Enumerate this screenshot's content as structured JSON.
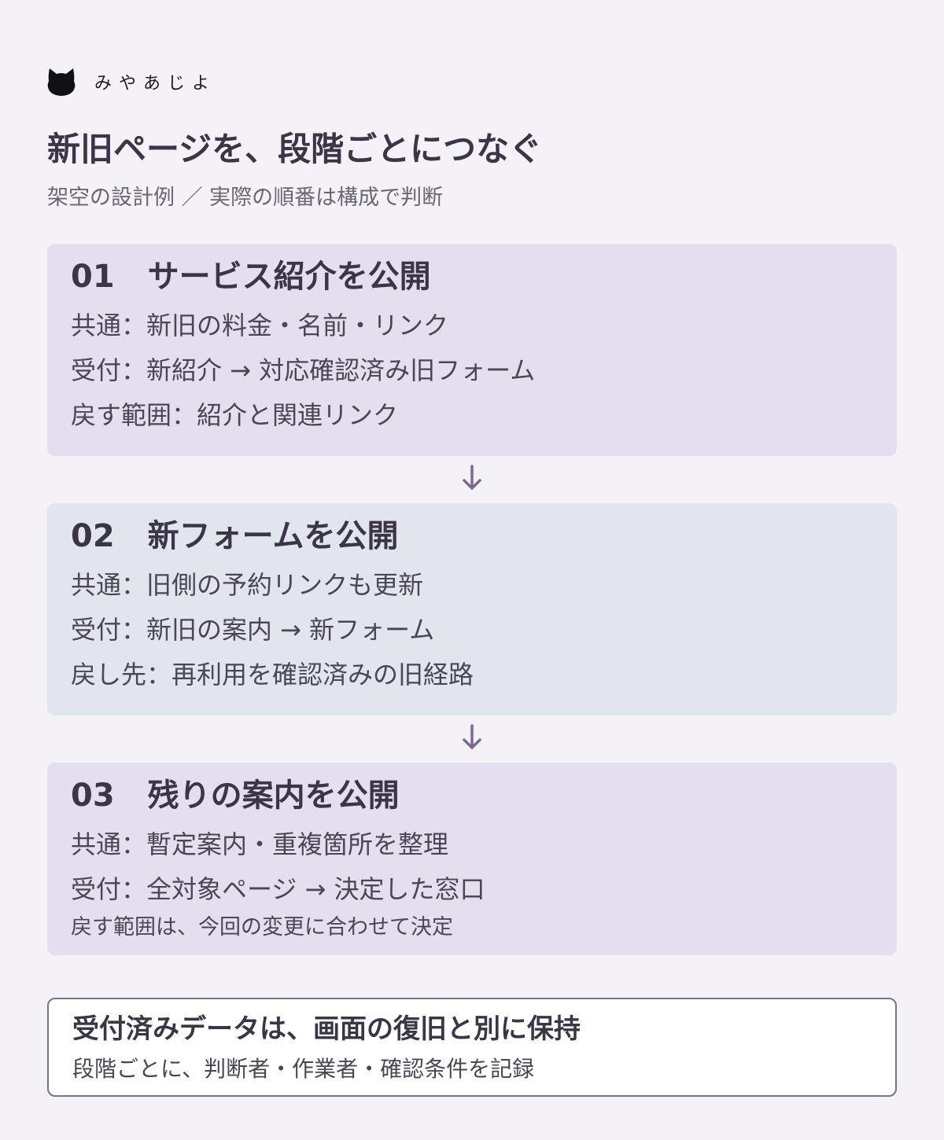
{
  "brand": {
    "logo_icon": "cat-head-icon",
    "name": "みやあじよ"
  },
  "header": {
    "title": "新旧ページを、段階ごとにつなぐ",
    "subtitle": "架空の設計例 ／ 実際の順番は構成で判断"
  },
  "colors": {
    "page_background": "#f4f2f7",
    "lavender_card": "#e4dfee",
    "gray_card": "#e3e5ee",
    "arrow": "#7a6a90",
    "callout_border": "#7a7090",
    "title_text": "#3a3648"
  },
  "steps": [
    {
      "number": "01",
      "title": "サービス紹介を公開",
      "lines": [
        "共通：新旧の料金・名前・リンク",
        "受付：新紹介 → 対応確認済み旧フォーム",
        "戻す範囲：紹介と関連リンク"
      ]
    },
    {
      "number": "02",
      "title": "新フォームを公開",
      "lines": [
        "共通：旧側の予約リンクも更新",
        "受付：新旧の案内 → 新フォーム",
        "戻し先：再利用を確認済みの旧経路"
      ]
    },
    {
      "number": "03",
      "title": "残りの案内を公開",
      "lines": [
        "共通：暫定案内・重複箇所を整理",
        "受付：全対象ページ → 決定した窓口"
      ],
      "note": "戻す範囲は、今回の変更に合わせて決定"
    }
  ],
  "connector_icon": "arrow-down-icon",
  "callout": {
    "title": "受付済みデータは、画面の復旧と別に保持",
    "body": "段階ごとに、判断者・作業者・確認条件を記録"
  }
}
